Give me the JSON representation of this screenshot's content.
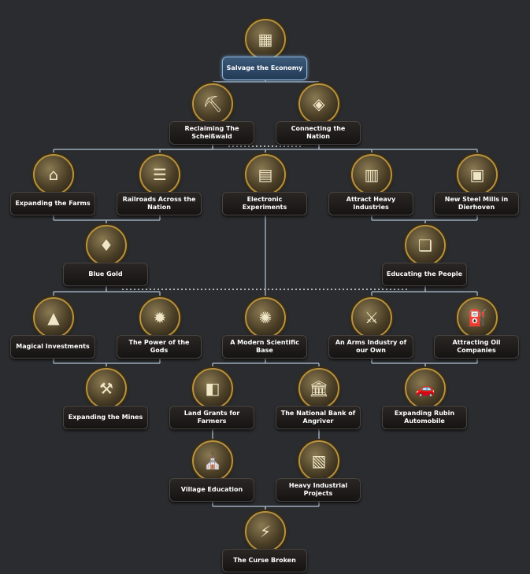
{
  "colors": {
    "background": "#2b2c2f",
    "connector": "#9aa8b8",
    "mutex_dots": "#b0b4b8",
    "label_text": "#ffffff",
    "icon_rim": "#b8923f",
    "selected_label": "#3c5a7a"
  },
  "focuses": [
    {
      "id": "salvage",
      "label": "Salvage the Economy",
      "icon": "factory-icon",
      "glyph": "▦",
      "selected": true
    },
    {
      "id": "schiesswald",
      "label": "Reclaiming The Scheißwald",
      "icon": "bulldozer-icon",
      "glyph": "⛏"
    },
    {
      "id": "connecting",
      "label": "Connecting the Nation",
      "icon": "cement-icon",
      "glyph": "◈"
    },
    {
      "id": "farms",
      "label": "Expanding the Farms",
      "icon": "barn-icon",
      "glyph": "⌂"
    },
    {
      "id": "railroads",
      "label": "Railroads Across the Nation",
      "icon": "railroad-icon",
      "glyph": "☰"
    },
    {
      "id": "electronic",
      "label": "Electronic Experiments",
      "icon": "computer-icon",
      "glyph": "▤"
    },
    {
      "id": "heavy",
      "label": "Attract Heavy Industries",
      "icon": "industry-icon",
      "glyph": "▥"
    },
    {
      "id": "steel",
      "label": "New Steel Mills in Dierhoven",
      "icon": "steel-mill-icon",
      "glyph": "▣"
    },
    {
      "id": "bluegold",
      "label": "Blue Gold",
      "icon": "crystal-icon",
      "glyph": "♦"
    },
    {
      "id": "educating",
      "label": "Educating the People",
      "icon": "book-icon",
      "glyph": "❏"
    },
    {
      "id": "magical",
      "label": "Magical Investments",
      "icon": "valknut-icon",
      "glyph": "▲"
    },
    {
      "id": "gods",
      "label": "The Power of the Gods",
      "icon": "explosion-icon",
      "glyph": "✹"
    },
    {
      "id": "scientific",
      "label": "A Modern Scientific Base",
      "icon": "brain-icon",
      "glyph": "✺"
    },
    {
      "id": "arms",
      "label": "An Arms Industry of our Own",
      "icon": "artillery-icon",
      "glyph": "⚔"
    },
    {
      "id": "oil",
      "label": "Attracting Oil Companies",
      "icon": "oil-barrel-icon",
      "glyph": "⛽"
    },
    {
      "id": "mines",
      "label": "Expanding the Mines",
      "icon": "pickaxe-icon",
      "glyph": "⚒"
    },
    {
      "id": "landgrants",
      "label": "Land Grants for Farmers",
      "icon": "map-icon",
      "glyph": "◧"
    },
    {
      "id": "bank",
      "label": "The National Bank of Angriver",
      "icon": "bank-icon",
      "glyph": "🏛"
    },
    {
      "id": "rubin",
      "label": "Expanding Rubin Automobile",
      "icon": "car-icon",
      "glyph": "🚗"
    },
    {
      "id": "village",
      "label": "Village Education",
      "icon": "school-icon",
      "glyph": "⛪"
    },
    {
      "id": "heavyproj",
      "label": "Heavy Industrial Projects",
      "icon": "construction-icon",
      "glyph": "▧"
    },
    {
      "id": "curse",
      "label": "The Curse Broken",
      "icon": "broken-seal-icon",
      "glyph": "⚡"
    }
  ]
}
